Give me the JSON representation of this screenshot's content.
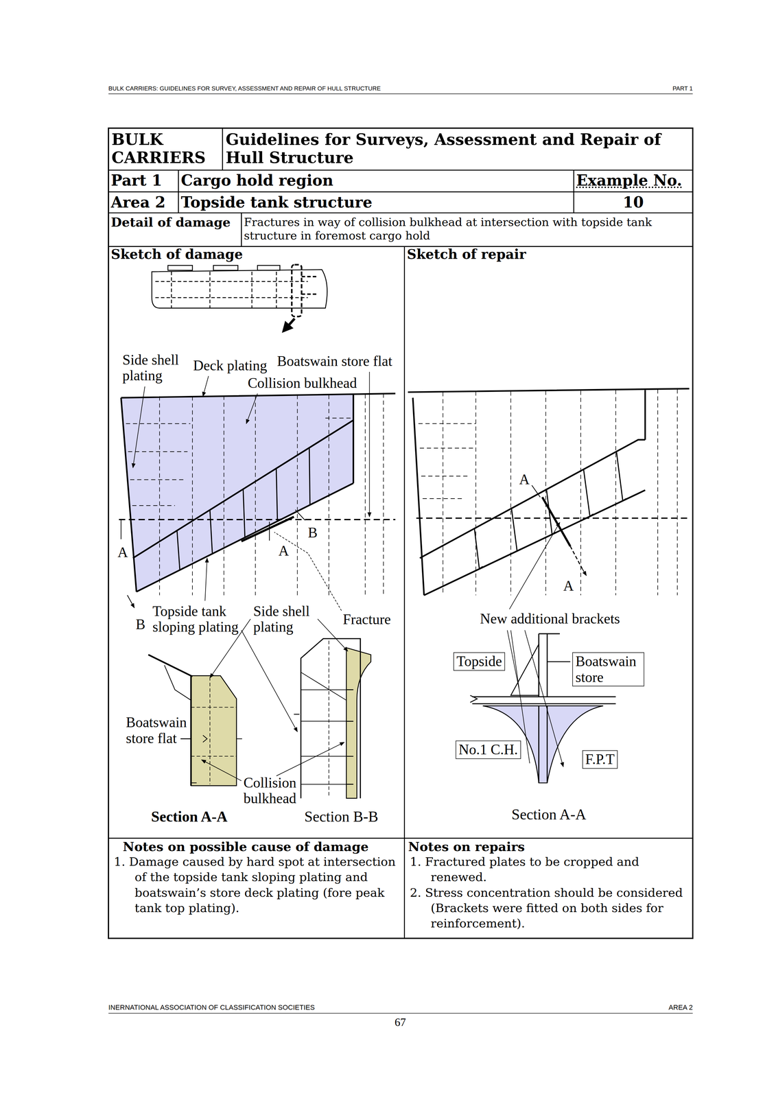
{
  "diagram": {
    "nodes": [
      {
        "text": [
          "BULK CARRIERS"
        ]
      },
      {
        "text": [
          "Guidelines for Surveys, Assessment and Repair of Hull Structure"
        ]
      },
      {
        "text": [
          "Part 1"
        ]
      },
      {
        "text": [
          "Cargo hold region"
        ]
      },
      {
        "text": [
          "Example No."
        ]
      },
      {
        "text": [
          "Area 2"
        ]
      },
      {
        "text": [
          "Topside tank structure"
        ]
      },
      {
        "text": [
          "10"
        ]
      },
      {
        "text": [
          "Detail of damage"
        ]
      },
      {
        "text": [
          "Fractures in way of collision bulkhead at intersection with topside tank structure in foremost cargo hold"
        ]
      },
      {
        "text": [
          "Sketch of damage"
        ]
      },
      {
        "text": [
          "Sketch of repair"
        ]
      },
      {
        "text": [
          "Topside"
        ],
        "in": 11
      },
      {
        "text": [
          "Boatswain store"
        ],
        "in": 11
      },
      {
        "text": [
          "No.1 C.H."
        ],
        "in": 11
      },
      {
        "text": [
          "F.P.T"
        ],
        "in": 11
      },
      {
        "text": [
          "Notes on possible cause of damage",
          "1. Damage caused by hard spot at intersection of the topside tank sloping plating and boatswain’s store deck plating (fore peak tank top plating)."
        ]
      },
      {
        "text": [
          "Notes on repairs",
          "1. Fractured plates to be cropped and renewed.",
          "2. Stress concentration should be considered (Brackets were fitted on both sides for reinforcement)."
        ]
      }
    ],
    "labels": [
      "BULK CARRIERS: GUIDELINES FOR SURVEY, ASSESSMENT AND REPAIR OF HULL STRUCTURE",
      "PART 1",
      "Side shell plating",
      "Deck plating",
      "Boatswain store flat",
      "Collision bulkhead",
      "A",
      "A",
      "B",
      "B",
      "Topside tank sloping plating",
      "Side shell plating",
      "Fracture",
      "Boatswain store flat",
      "Collision bulkhead",
      "Section A-A",
      "Section B-B",
      "A",
      "A",
      "New additional brackets",
      "Section A-A",
      "INERNATIONAL ASSOCIATION OF CLASSIFICATION SOCIETIES",
      "AREA 2",
      "67"
    ]
  }
}
